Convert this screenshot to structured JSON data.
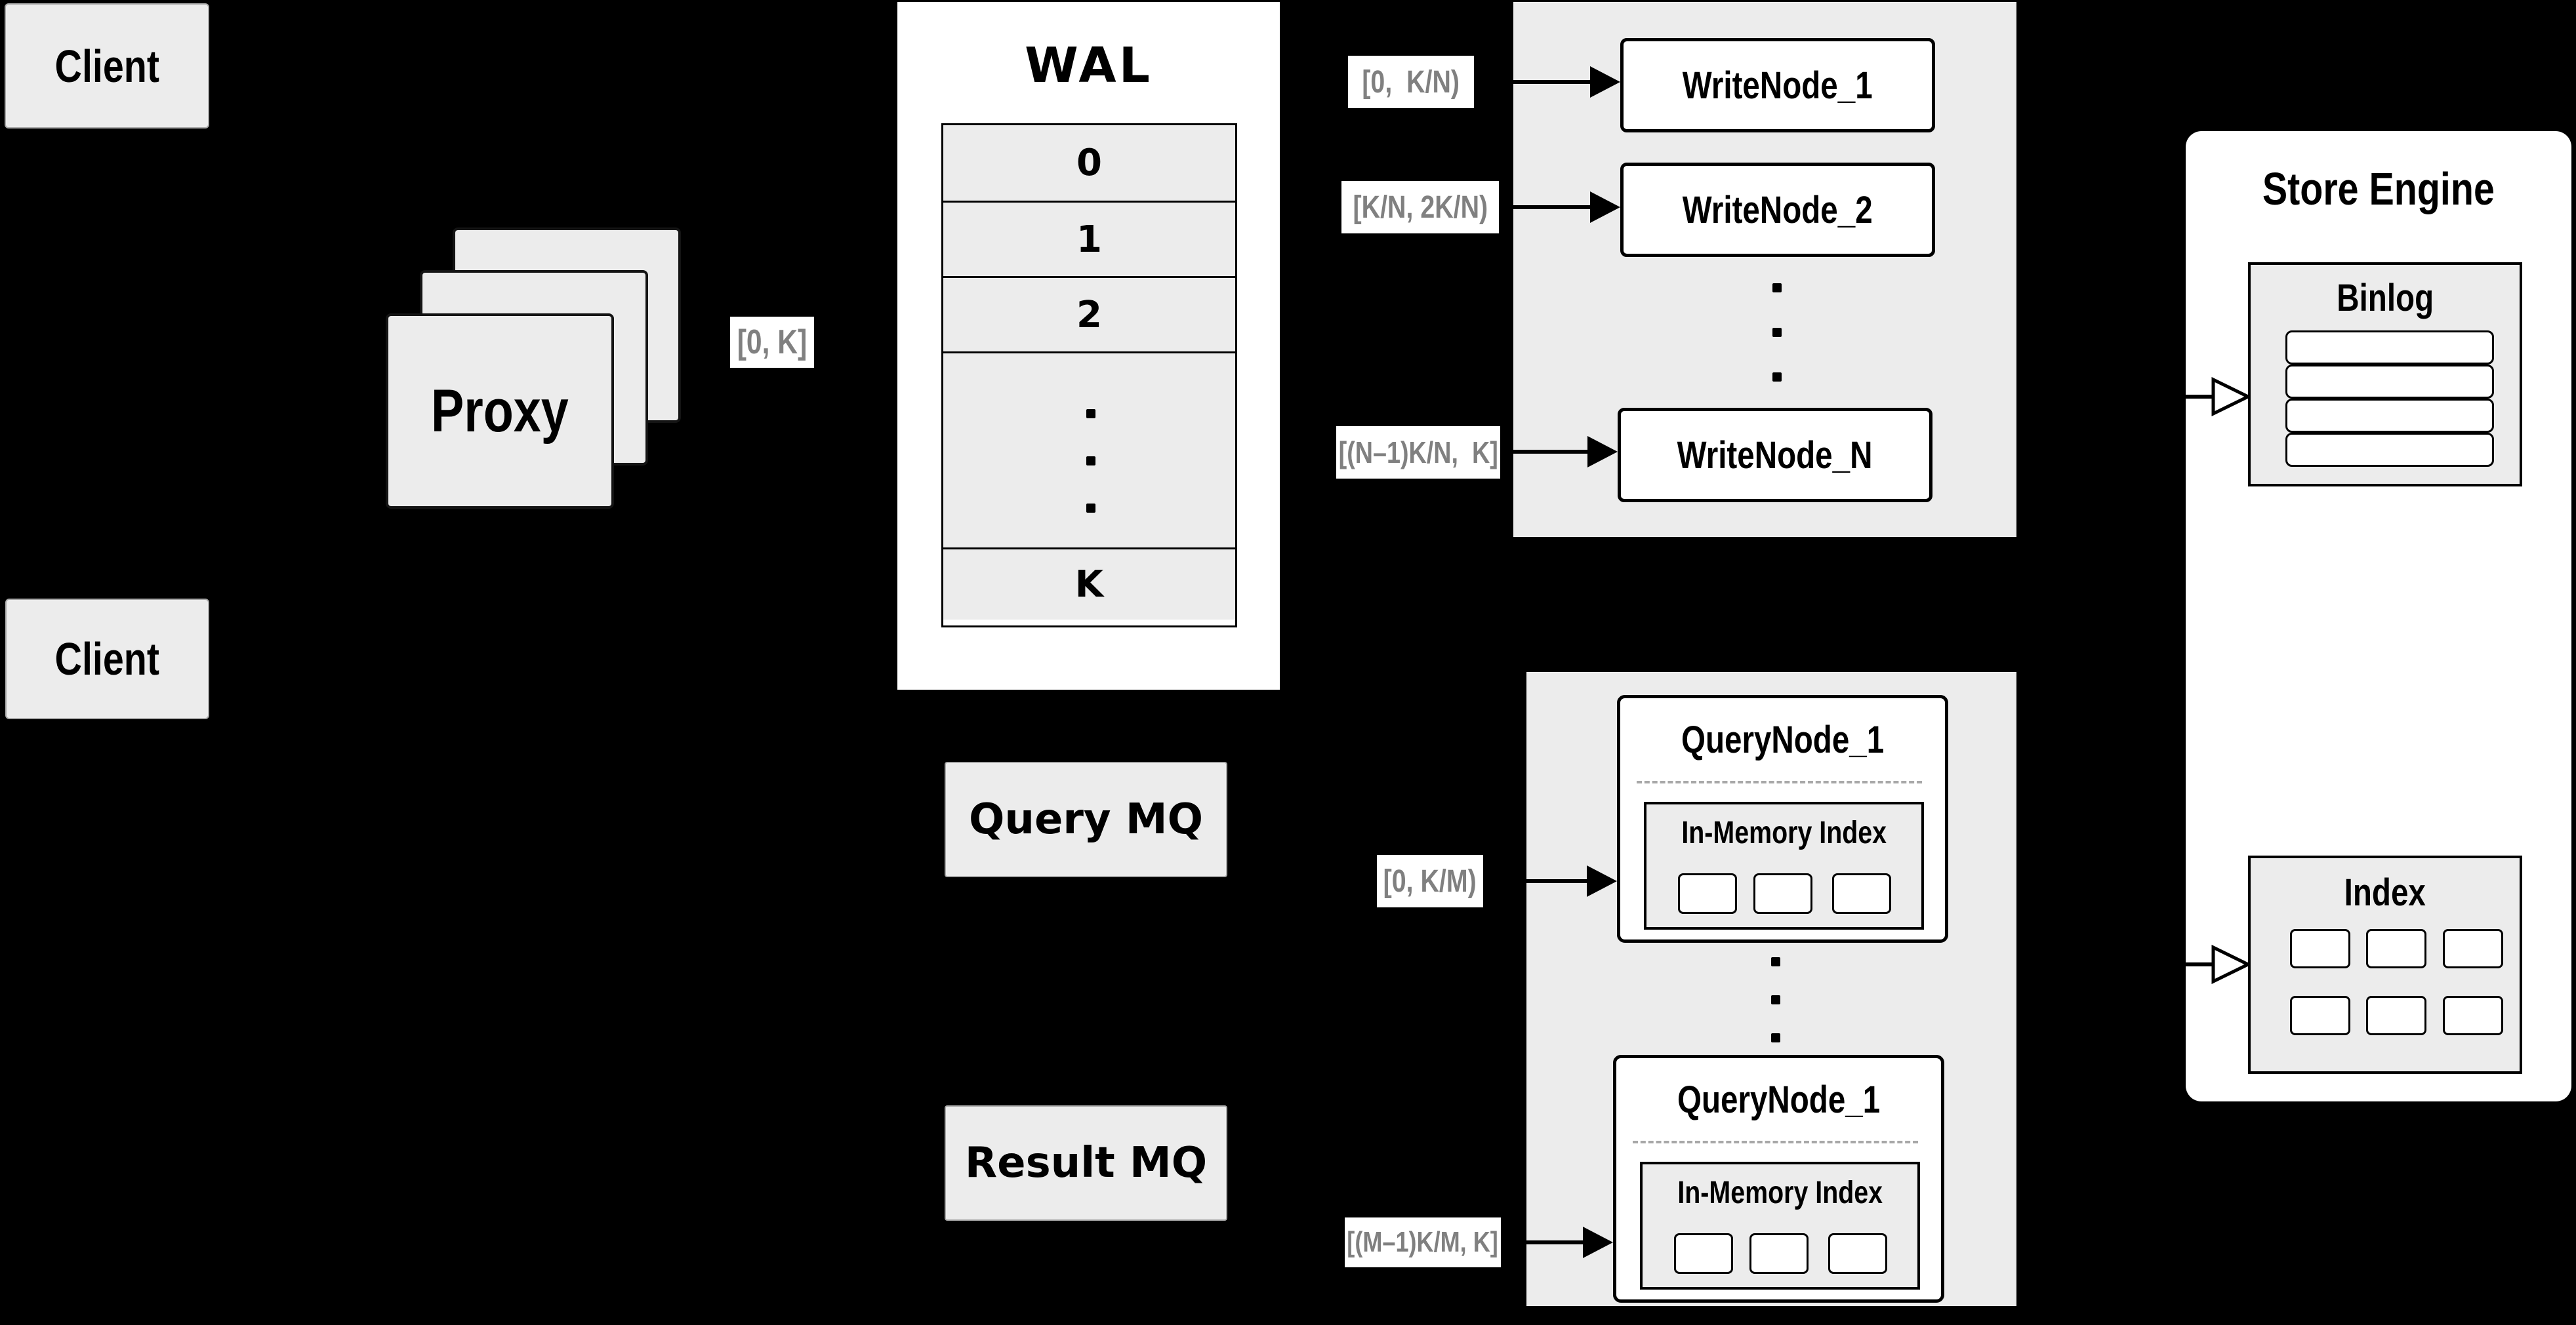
{
  "diagram": {
    "clients": {
      "top_label": "Client",
      "bottom_label": "Client"
    },
    "proxy": {
      "label": "Proxy"
    },
    "wal": {
      "title": "WAL",
      "rows": [
        "0",
        "1",
        "2",
        "K"
      ]
    },
    "range_labels": {
      "proxy_out": "[0, K]",
      "write_1": "[0,  K/N)",
      "write_2": "[K/N, 2K/N)",
      "write_n": "[(N–1)K/N,  K]",
      "query_1": "[0, K/M)",
      "query_m": "[(M–1)K/M, K]"
    },
    "write_nodes": {
      "node1": "WriteNode_1",
      "node2": "WriteNode_2",
      "nodeN": "WriteNode_N"
    },
    "mq": {
      "query": "Query MQ",
      "result": "Result MQ"
    },
    "query_nodes": {
      "node1": {
        "title": "QueryNode_1",
        "index_title": "In-Memory Index"
      },
      "node2": {
        "title": "QueryNode_1",
        "index_title": "In-Memory Index"
      }
    },
    "store_engine": {
      "title": "Store Engine",
      "binlog": "Binlog",
      "index": "Index"
    },
    "colors": {
      "background": "#000000",
      "panel_gray": "#ececec",
      "node_white": "#ffffff",
      "label_text_gray": "#808080",
      "line_black": "#000000"
    }
  }
}
